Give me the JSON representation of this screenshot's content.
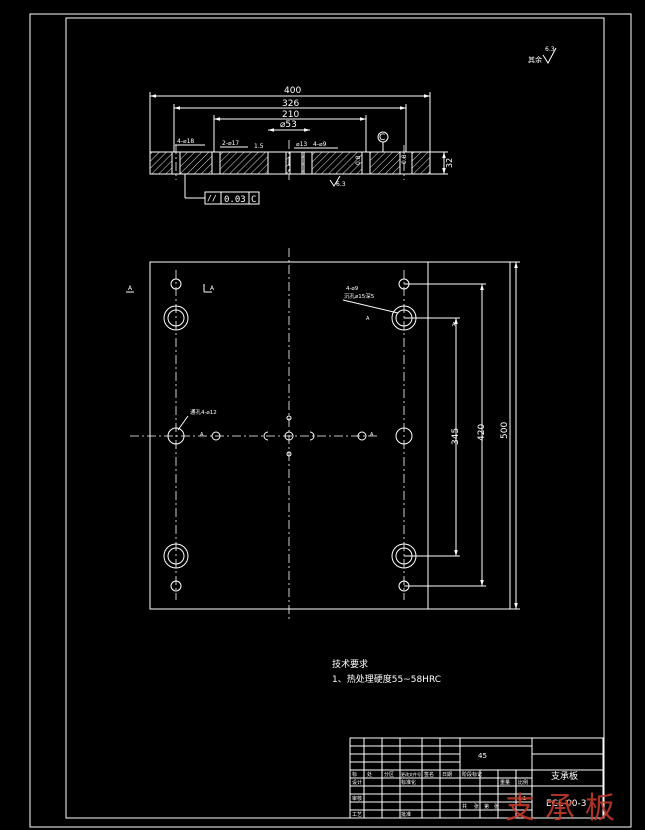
{
  "section": {
    "dims": {
      "d400": "400",
      "d326": "326",
      "d210": "210",
      "d53": "⌀53",
      "d32": "32"
    },
    "holes": {
      "h1": "4-⌀18",
      "h2": "2-⌀17",
      "h3": "1.5",
      "h4": "⌀13",
      "h5": "4-⌀9"
    },
    "datum": "C",
    "mark_r": "0.8",
    "mark_l": "0.8",
    "mark_bottom": "6.3",
    "tolerance": {
      "symbol": "//",
      "value": "0.03",
      "datum": "C"
    }
  },
  "roughness": {
    "label": "其余",
    "value": "6.3"
  },
  "plan": {
    "section_mark": "A",
    "section_mark2": "A",
    "note_holes": "4-⌀9",
    "note_holes2": "沉孔⌀15深5",
    "note_center": "通孔4-⌀12",
    "dims": {
      "d345": "345",
      "d420": "420",
      "d500": "500"
    },
    "a_marks": [
      "A",
      "A",
      "A"
    ]
  },
  "notes": {
    "title": "技术要求",
    "line1": "1、热处理硬度55~58HRC"
  },
  "title_block": {
    "material": "45",
    "part_name": "支承板",
    "drawing_no": "ECL-00-3",
    "row_labels": [
      "标",
      "处",
      "分区",
      "更改文件号",
      "签名",
      "日期"
    ],
    "row2": [
      "设计",
      "",
      "标准化",
      "",
      "阶段标记",
      "重量",
      "比例"
    ],
    "row3": [
      "审核",
      "",
      "",
      "",
      "",
      "",
      "1:1"
    ],
    "row4": [
      "工艺",
      "",
      "批准",
      "",
      "共",
      "张",
      "第",
      "张"
    ]
  },
  "watermark": "支承板"
}
